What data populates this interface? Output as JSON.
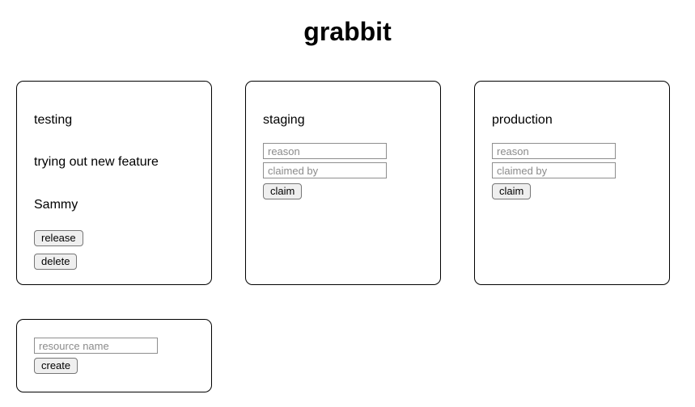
{
  "app": {
    "title": "grabbit"
  },
  "colors": {
    "card_border": "#000000",
    "button_bg": "#efefef",
    "button_border": "#767676",
    "input_border": "#8e8e8e",
    "placeholder_text": "#8b8b8b"
  },
  "resources": [
    {
      "name": "testing",
      "state": "claimed",
      "reason": "trying out new feature",
      "claimed_by": "Sammy",
      "release_label": "release",
      "delete_label": "delete"
    },
    {
      "name": "staging",
      "state": "available",
      "reason_placeholder": "reason",
      "claimed_by_placeholder": "claimed by",
      "claim_label": "claim"
    },
    {
      "name": "production",
      "state": "available",
      "reason_placeholder": "reason",
      "claimed_by_placeholder": "claimed by",
      "claim_label": "claim"
    }
  ],
  "create": {
    "name_placeholder": "resource name",
    "create_label": "create"
  }
}
